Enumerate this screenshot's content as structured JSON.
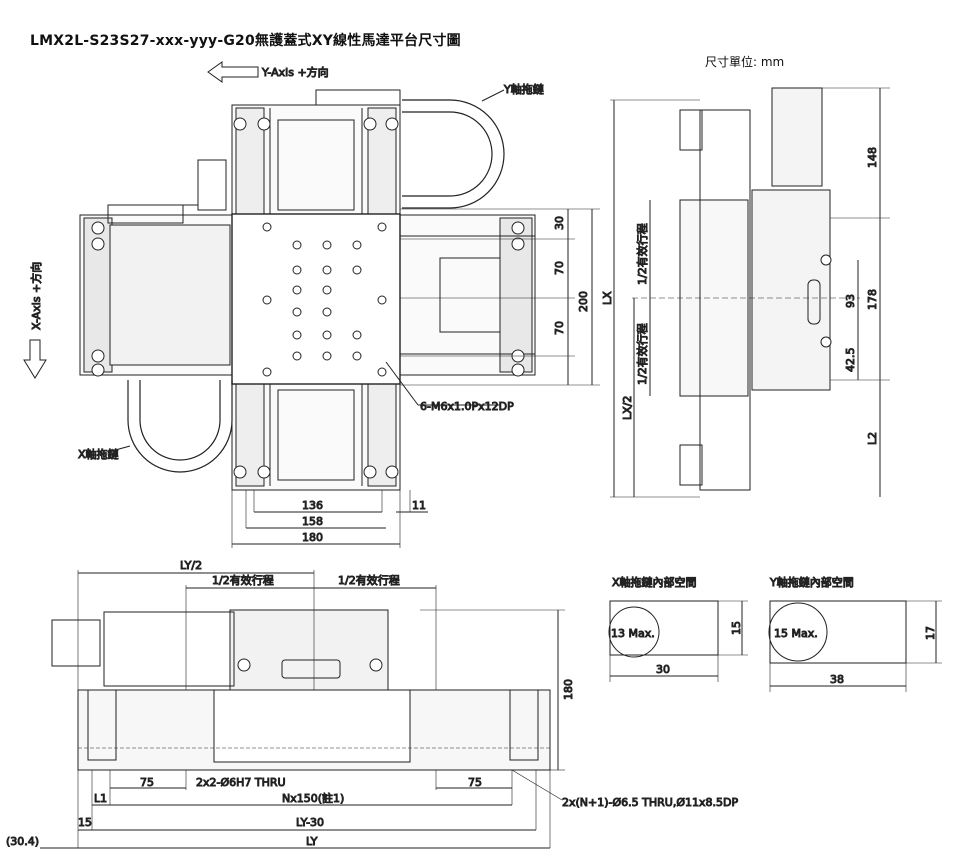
{
  "title": "LMX2L-S23S27-xxx-yyy-G20無護蓋式XY線性馬達平台尺寸圖",
  "unit_label": "尺寸單位: mm",
  "axes": {
    "y_axis": "Y-Axis +方向",
    "x_axis": "X-Axis +方向"
  },
  "chains": {
    "y_chain": "Y軸拖鏈",
    "x_chain": "X軸拖鏈"
  },
  "top_view": {
    "dims_bottom": [
      "136",
      "158",
      "180",
      "11"
    ],
    "dims_right": [
      "30",
      "70",
      "70",
      "200"
    ],
    "hole_note": "6-M6x1.0Px12DP"
  },
  "side_view": {
    "lx": "LX",
    "lx_half": "LX/2",
    "half_stroke": "1/2有效行程",
    "dims": [
      "148",
      "178",
      "93",
      "42.5",
      "L2"
    ]
  },
  "front_view": {
    "ly_half": "LY/2",
    "half_stroke": "1/2有效行程",
    "height": "180",
    "d75": "75",
    "pin_note": "2x2-Ø6H7 THRU",
    "l1": "L1",
    "n150": "Nx150(註1)",
    "d15": "15",
    "ly30": "LY-30",
    "ly": "LY",
    "offset": "(30.4)",
    "thru_note": "2x(N+1)-Ø6.5 THRU,Ø11x8.5DP"
  },
  "chain_space": {
    "x_title": "X軸拖鏈內部空間",
    "x_max": "13 Max.",
    "x_w": "30",
    "x_h": "15",
    "y_title": "Y軸拖鏈內部空間",
    "y_max": "15 Max.",
    "y_w": "38",
    "y_h": "17"
  }
}
